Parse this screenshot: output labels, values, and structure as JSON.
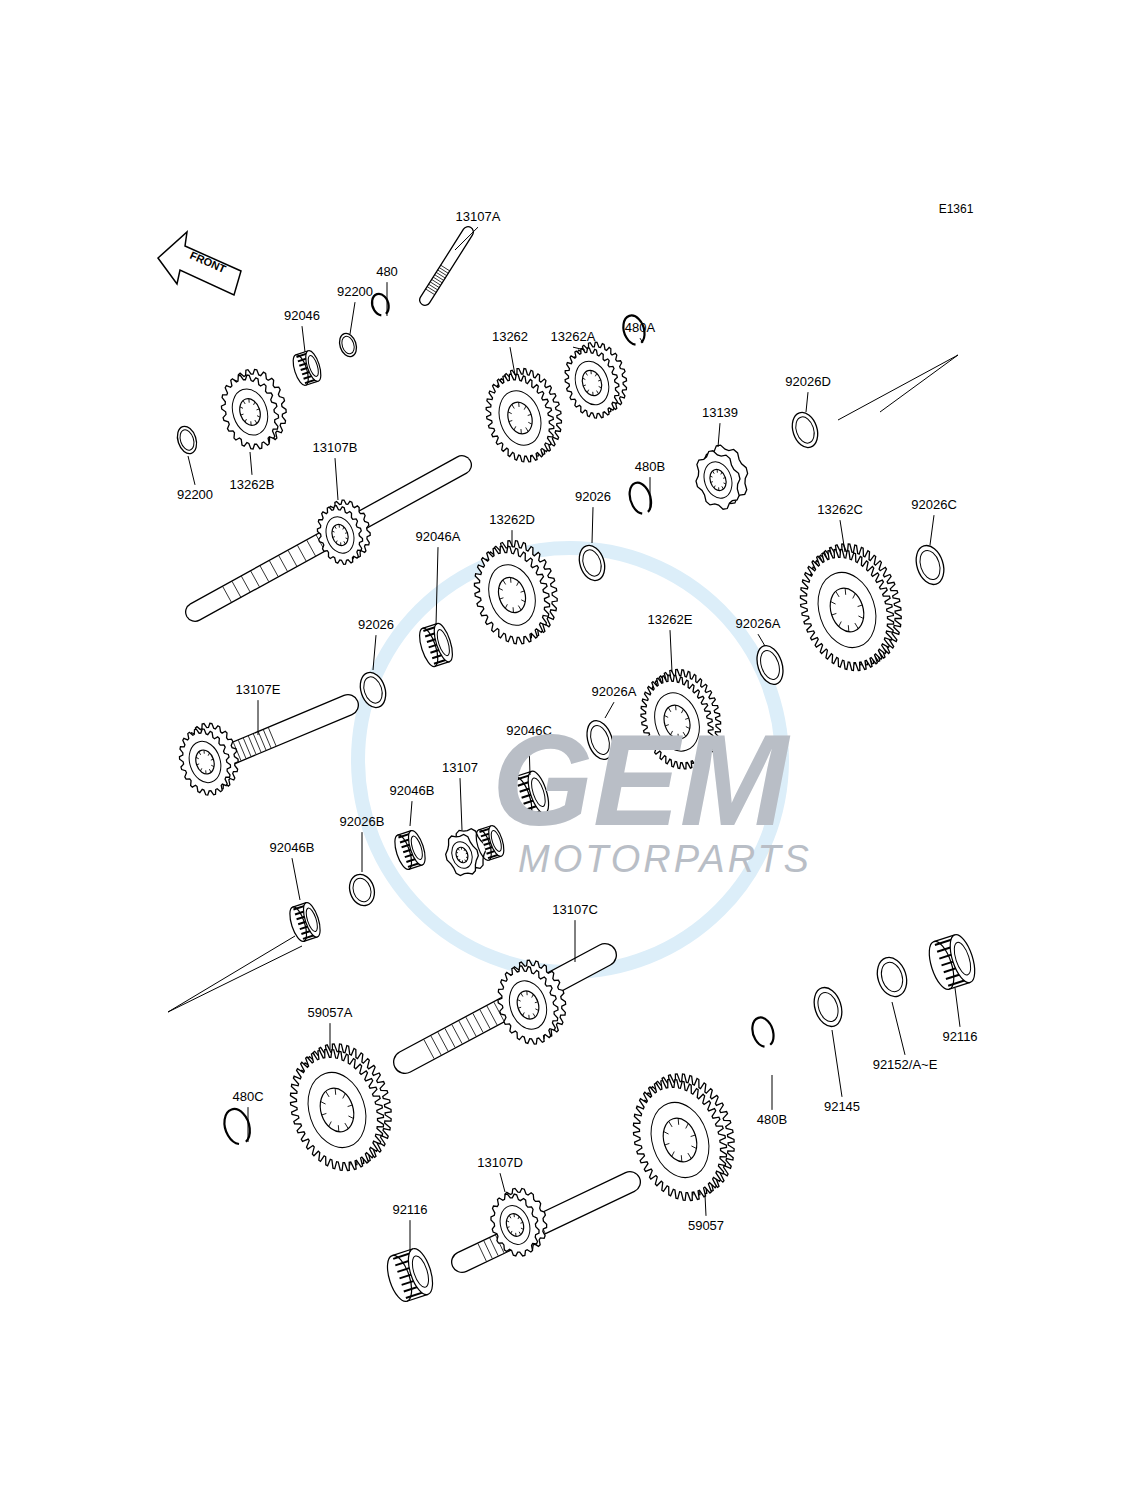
{
  "diagram": {
    "labels": [
      "E1361",
      "FRONT",
      "13107A",
      "480",
      "92200",
      "92046",
      "480A",
      "13262",
      "13262A",
      "92026D",
      "13139",
      "92200",
      "13262B",
      "13107B",
      "480B",
      "92026",
      "13262D",
      "13262C",
      "92026C",
      "92046A",
      "92026",
      "92026A",
      "13262E",
      "13107E",
      "92026A",
      "92046C",
      "13107",
      "92046B",
      "92026B",
      "92046B",
      "13107C",
      "59057A",
      "92116",
      "92152/A~E",
      "92145",
      "480B",
      "480C",
      "13107D",
      "92116",
      "59057",
      "GEM",
      "MOTORPARTS"
    ]
  }
}
